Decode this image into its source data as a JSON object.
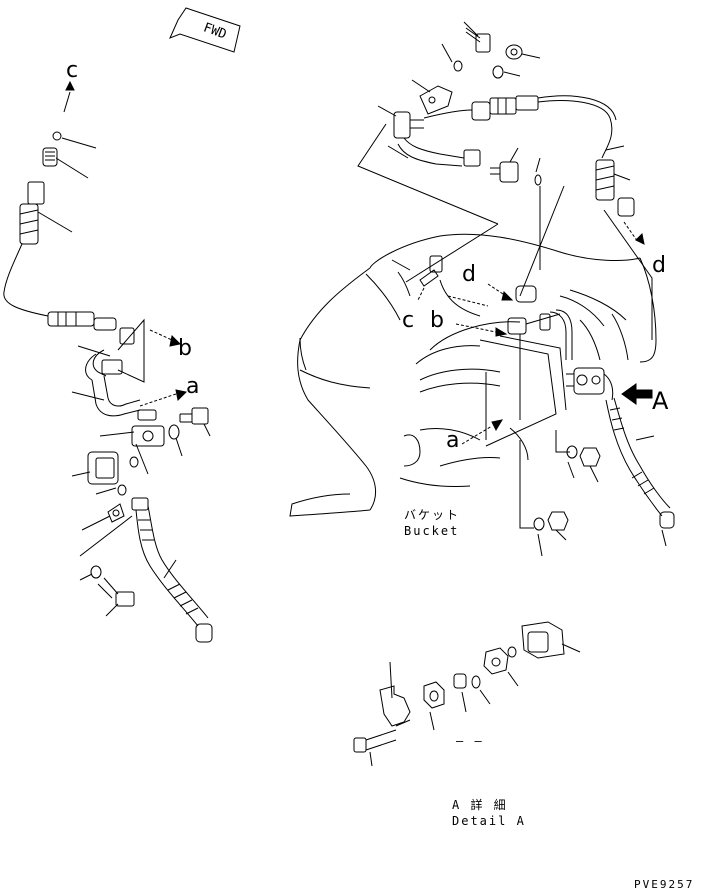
{
  "direction_marker": "FWD",
  "letters": {
    "c_top": "c",
    "b_left": "b",
    "a_left": "a",
    "d_right": "d",
    "d_center": "d",
    "c_center": "c",
    "b_center": "b",
    "a_center": "a",
    "A_arrow": "A"
  },
  "bucket_label_jp": "バケット",
  "bucket_label_en": "Bucket",
  "detail_label_jp": "A 詳 細",
  "detail_label_en": "Detail A",
  "dash_mark": "– –",
  "drawing_code": "PVE9257"
}
